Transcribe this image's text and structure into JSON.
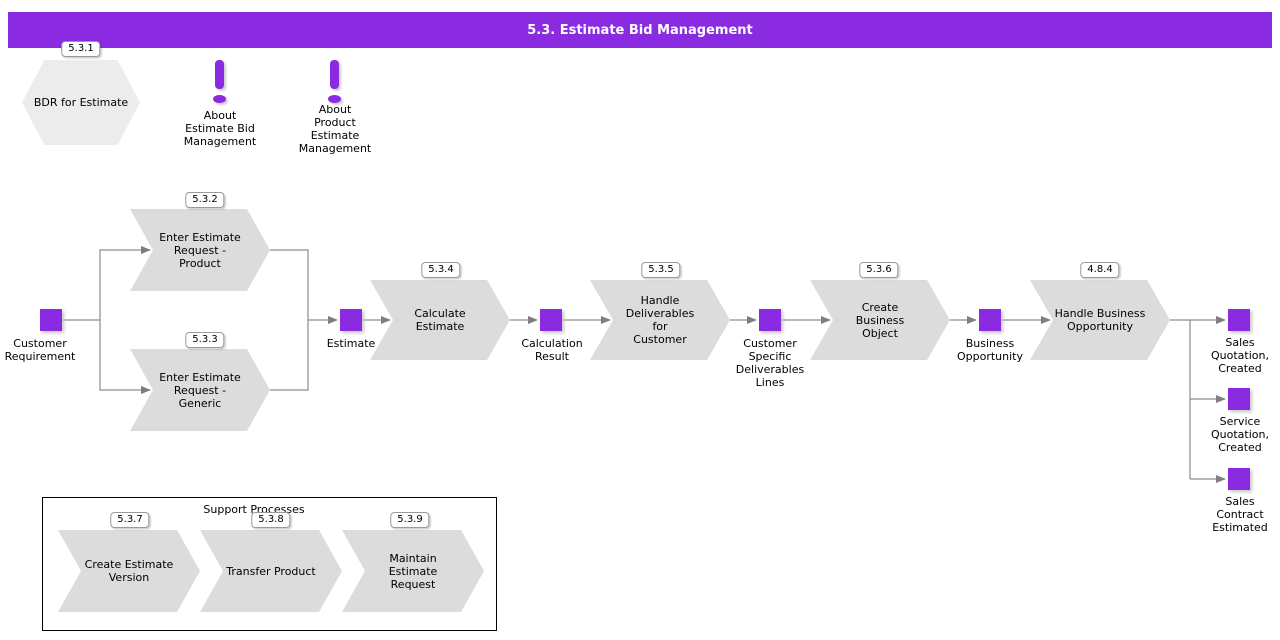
{
  "title": "5.3. Estimate Bid Management",
  "colors": {
    "accent_purple": "#8A2BE2",
    "shape_gray": "#DCDCDC",
    "hexagon_gray": "#ECECEC",
    "connector_gray": "#808080"
  },
  "hexagon": {
    "badge": "5.3.1",
    "label": "BDR for Estimate"
  },
  "notes": [
    {
      "icon": "exclamation-icon",
      "label": "About\nEstimate Bid\nManagement"
    },
    {
      "icon": "exclamation-icon",
      "label": "About\nProduct\nEstimate\nManagement"
    }
  ],
  "processes": [
    {
      "badge": "5.3.2",
      "label": "Enter Estimate\nRequest -\nProduct"
    },
    {
      "badge": "5.3.3",
      "label": "Enter Estimate\nRequest -\nGeneric"
    },
    {
      "badge": "5.3.4",
      "label": "Calculate\nEstimate"
    },
    {
      "badge": "5.3.5",
      "label": "Handle\nDeliverables\nfor\nCustomer"
    },
    {
      "badge": "5.3.6",
      "label": "Create\nBusiness\nObject"
    },
    {
      "badge": "4.8.4",
      "label": "Handle Business\nOpportunity"
    }
  ],
  "events": [
    {
      "label": "Customer\nRequirement"
    },
    {
      "label": "Estimate"
    },
    {
      "label": "Calculation\nResult"
    },
    {
      "label": "Customer\nSpecific\nDeliverables\nLines"
    },
    {
      "label": "Business\nOpportunity"
    },
    {
      "label": "Sales\nQuotation,\nCreated"
    },
    {
      "label": "Service\nQuotation,\nCreated"
    },
    {
      "label": "Sales\nContract\nEstimated"
    }
  ],
  "support": {
    "title": "Support Processes",
    "items": [
      {
        "badge": "5.3.7",
        "label": "Create Estimate\nVersion"
      },
      {
        "badge": "5.3.8",
        "label": "Transfer Product"
      },
      {
        "badge": "5.3.9",
        "label": "Maintain\nEstimate\nRequest"
      }
    ]
  }
}
